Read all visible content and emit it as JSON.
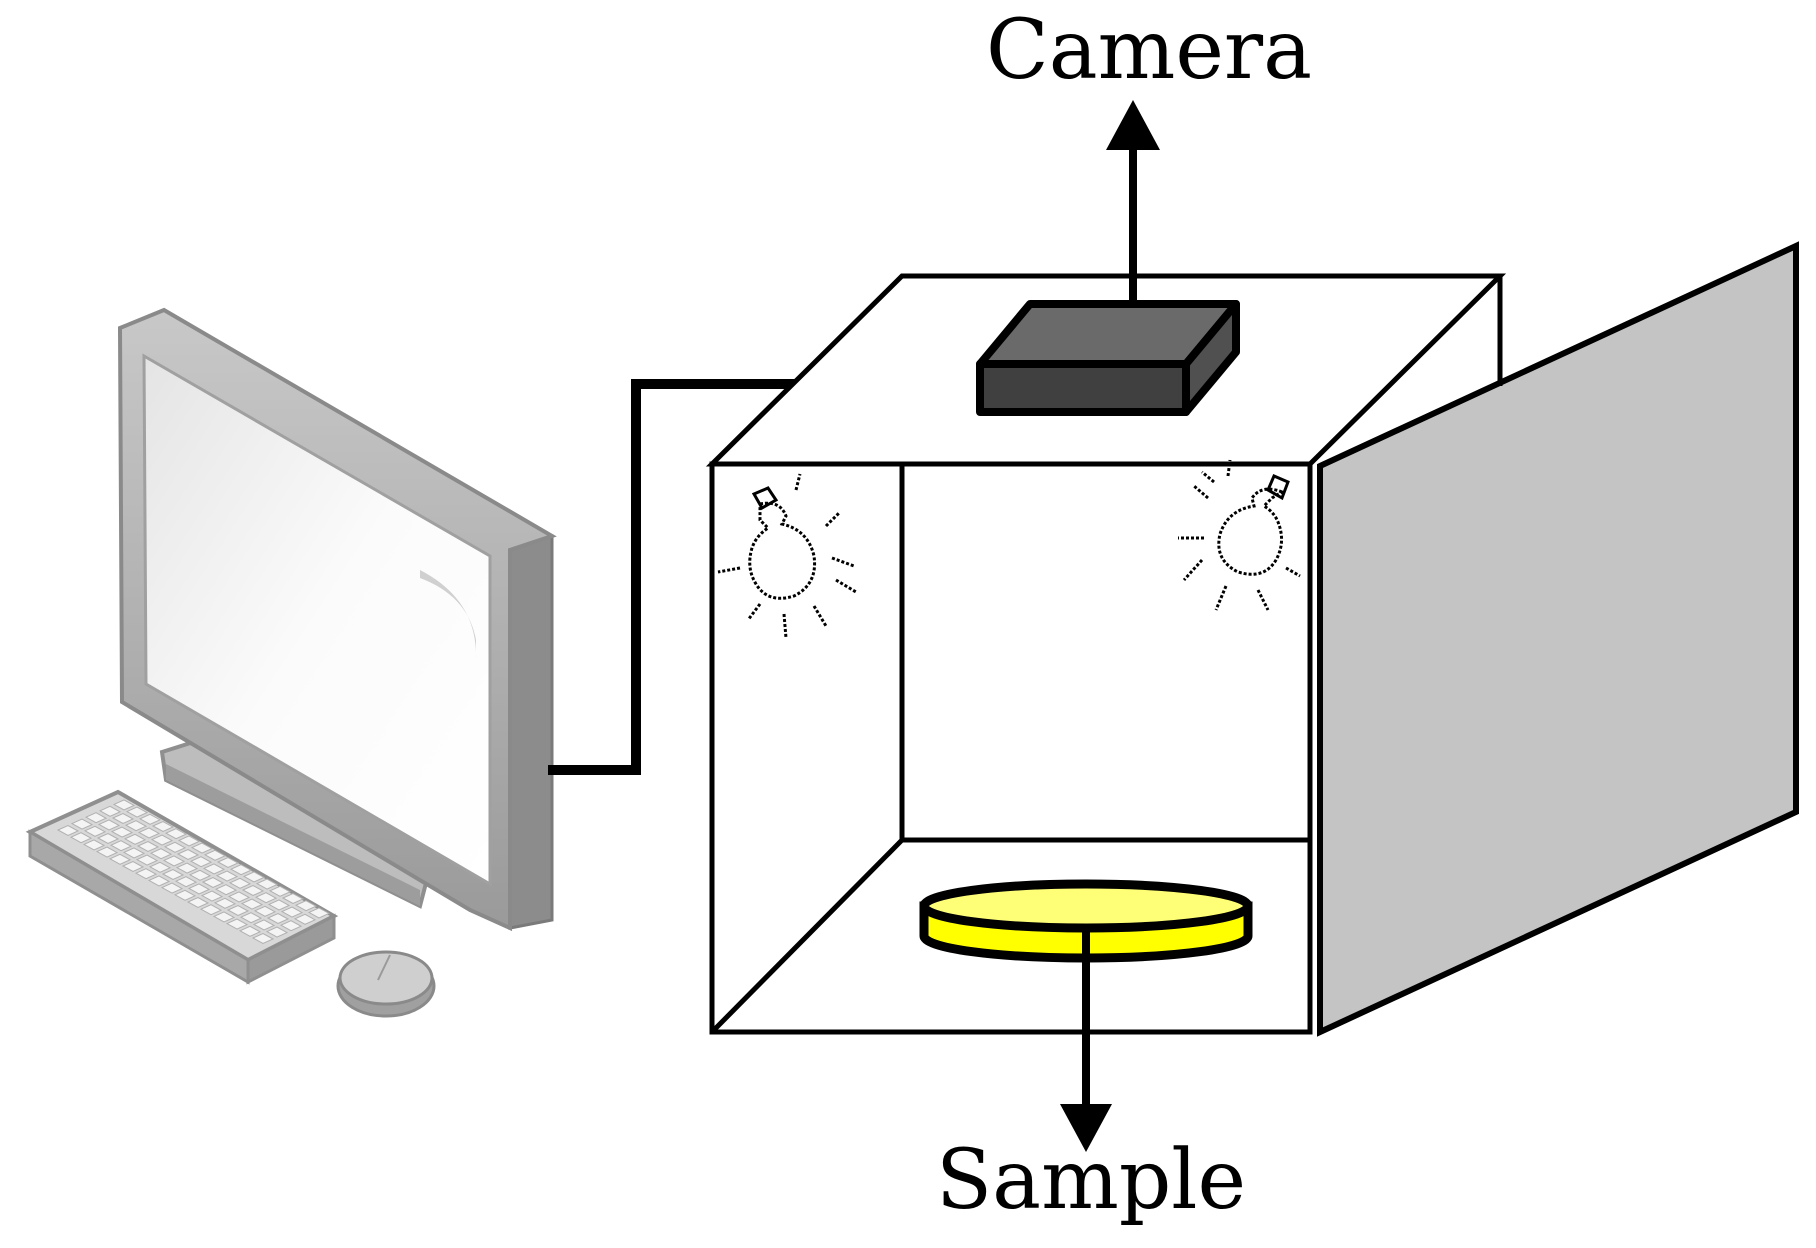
{
  "labels": {
    "camera": "Camera",
    "sample": "Sample"
  },
  "components": [
    {
      "id": "computer",
      "icon": "desktop-computer-icon"
    },
    {
      "id": "camera",
      "icon": "camera-box-icon"
    },
    {
      "id": "light-left",
      "icon": "lightbulb-icon"
    },
    {
      "id": "light-right",
      "icon": "lightbulb-icon"
    },
    {
      "id": "sample-dish",
      "icon": "petri-dish-icon"
    },
    {
      "id": "door",
      "icon": "open-door-panel"
    }
  ],
  "colors": {
    "sample_fill": "#ffff00",
    "sample_top": "#ffff77",
    "door_fill": "#c4c4c4",
    "camera_body": "#404040",
    "camera_top": "#6a6a6a",
    "monitor_frame": "#b3b3b3"
  }
}
